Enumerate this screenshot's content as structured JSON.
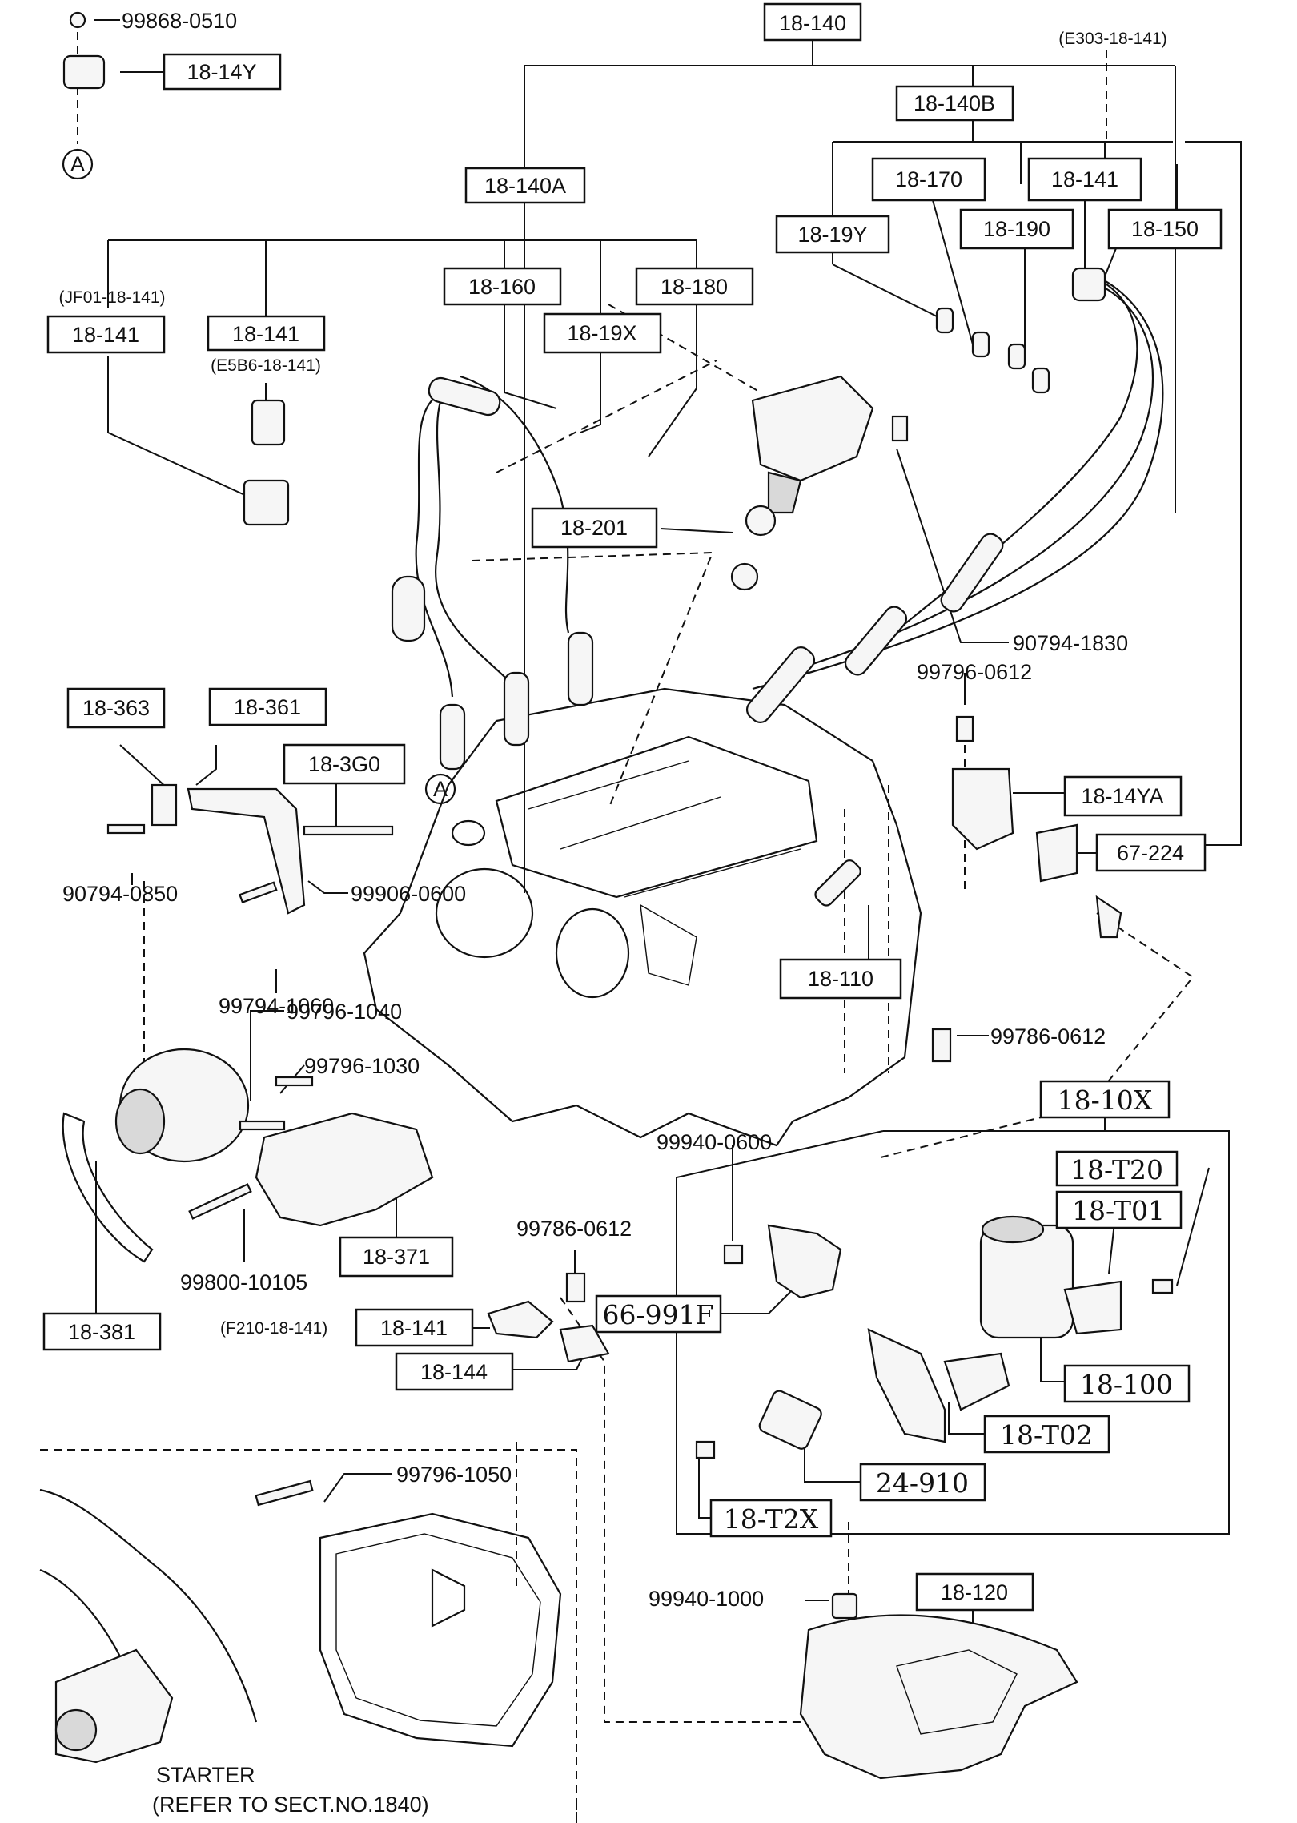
{
  "labels": {
    "l_18_140": "18-140",
    "l_e303": "(E303-18-141)",
    "l_18_140b": "18-140B",
    "l_18_140a": "18-140A",
    "l_18_170": "18-170",
    "l_18_141_top": "18-141",
    "l_18_19y": "18-19Y",
    "l_18_190": "18-190",
    "l_18_150": "18-150",
    "l_99868": "99868-0510",
    "l_18_14y": "18-14Y",
    "l_a_top": "A",
    "l_jf01": "(JF01-18-141)",
    "l_18_141_left": "18-141",
    "l_18_141_mid": "18-141",
    "l_e5b6": "(E5B6-18-141)",
    "l_18_160": "18-160",
    "l_18_19x": "18-19X",
    "l_18_180": "18-180",
    "l_18_201": "18-201",
    "l_90794_1830": "90794-1830",
    "l_99796_0612": "99796-0612",
    "l_18_363": "18-363",
    "l_18_361": "18-361",
    "l_18_3g0": "18-3G0",
    "l_a_mid": "A",
    "l_18_14ya": "18-14YA",
    "l_67_224": "67-224",
    "l_90794_0850": "90794-0850",
    "l_99906_0600": "99906-0600",
    "l_99794_1060": "99794-1060",
    "l_18_110": "18-110",
    "l_99796_1040": "99796-1040",
    "l_99786_0612_a": "99786-0612",
    "l_99796_1030": "99796-1030",
    "l_18_10x": "18-10X",
    "l_18_t20": "18-T20",
    "l_18_t01": "18-T01",
    "l_99940_0600": "99940-0600",
    "l_99786_0612_b": "99786-0612",
    "l_66_991f": "66-991F",
    "l_18_371": "18-371",
    "l_99800": "99800-10105",
    "l_18_381": "18-381",
    "l_f210": "(F210-18-141)",
    "l_18_141_low": "18-141",
    "l_18_144": "18-144",
    "l_18_100": "18-100",
    "l_18_t02": "18-T02",
    "l_24_910": "24-910",
    "l_18_t2x": "18-T2X",
    "l_99796_1050": "99796-1050",
    "l_99940_1000": "99940-1000",
    "l_18_120": "18-120",
    "l_starter": "STARTER",
    "l_refer": "(REFER TO SECT.NO.1840)"
  },
  "colors": {
    "ink": "#111111",
    "paper": "#ffffff"
  }
}
